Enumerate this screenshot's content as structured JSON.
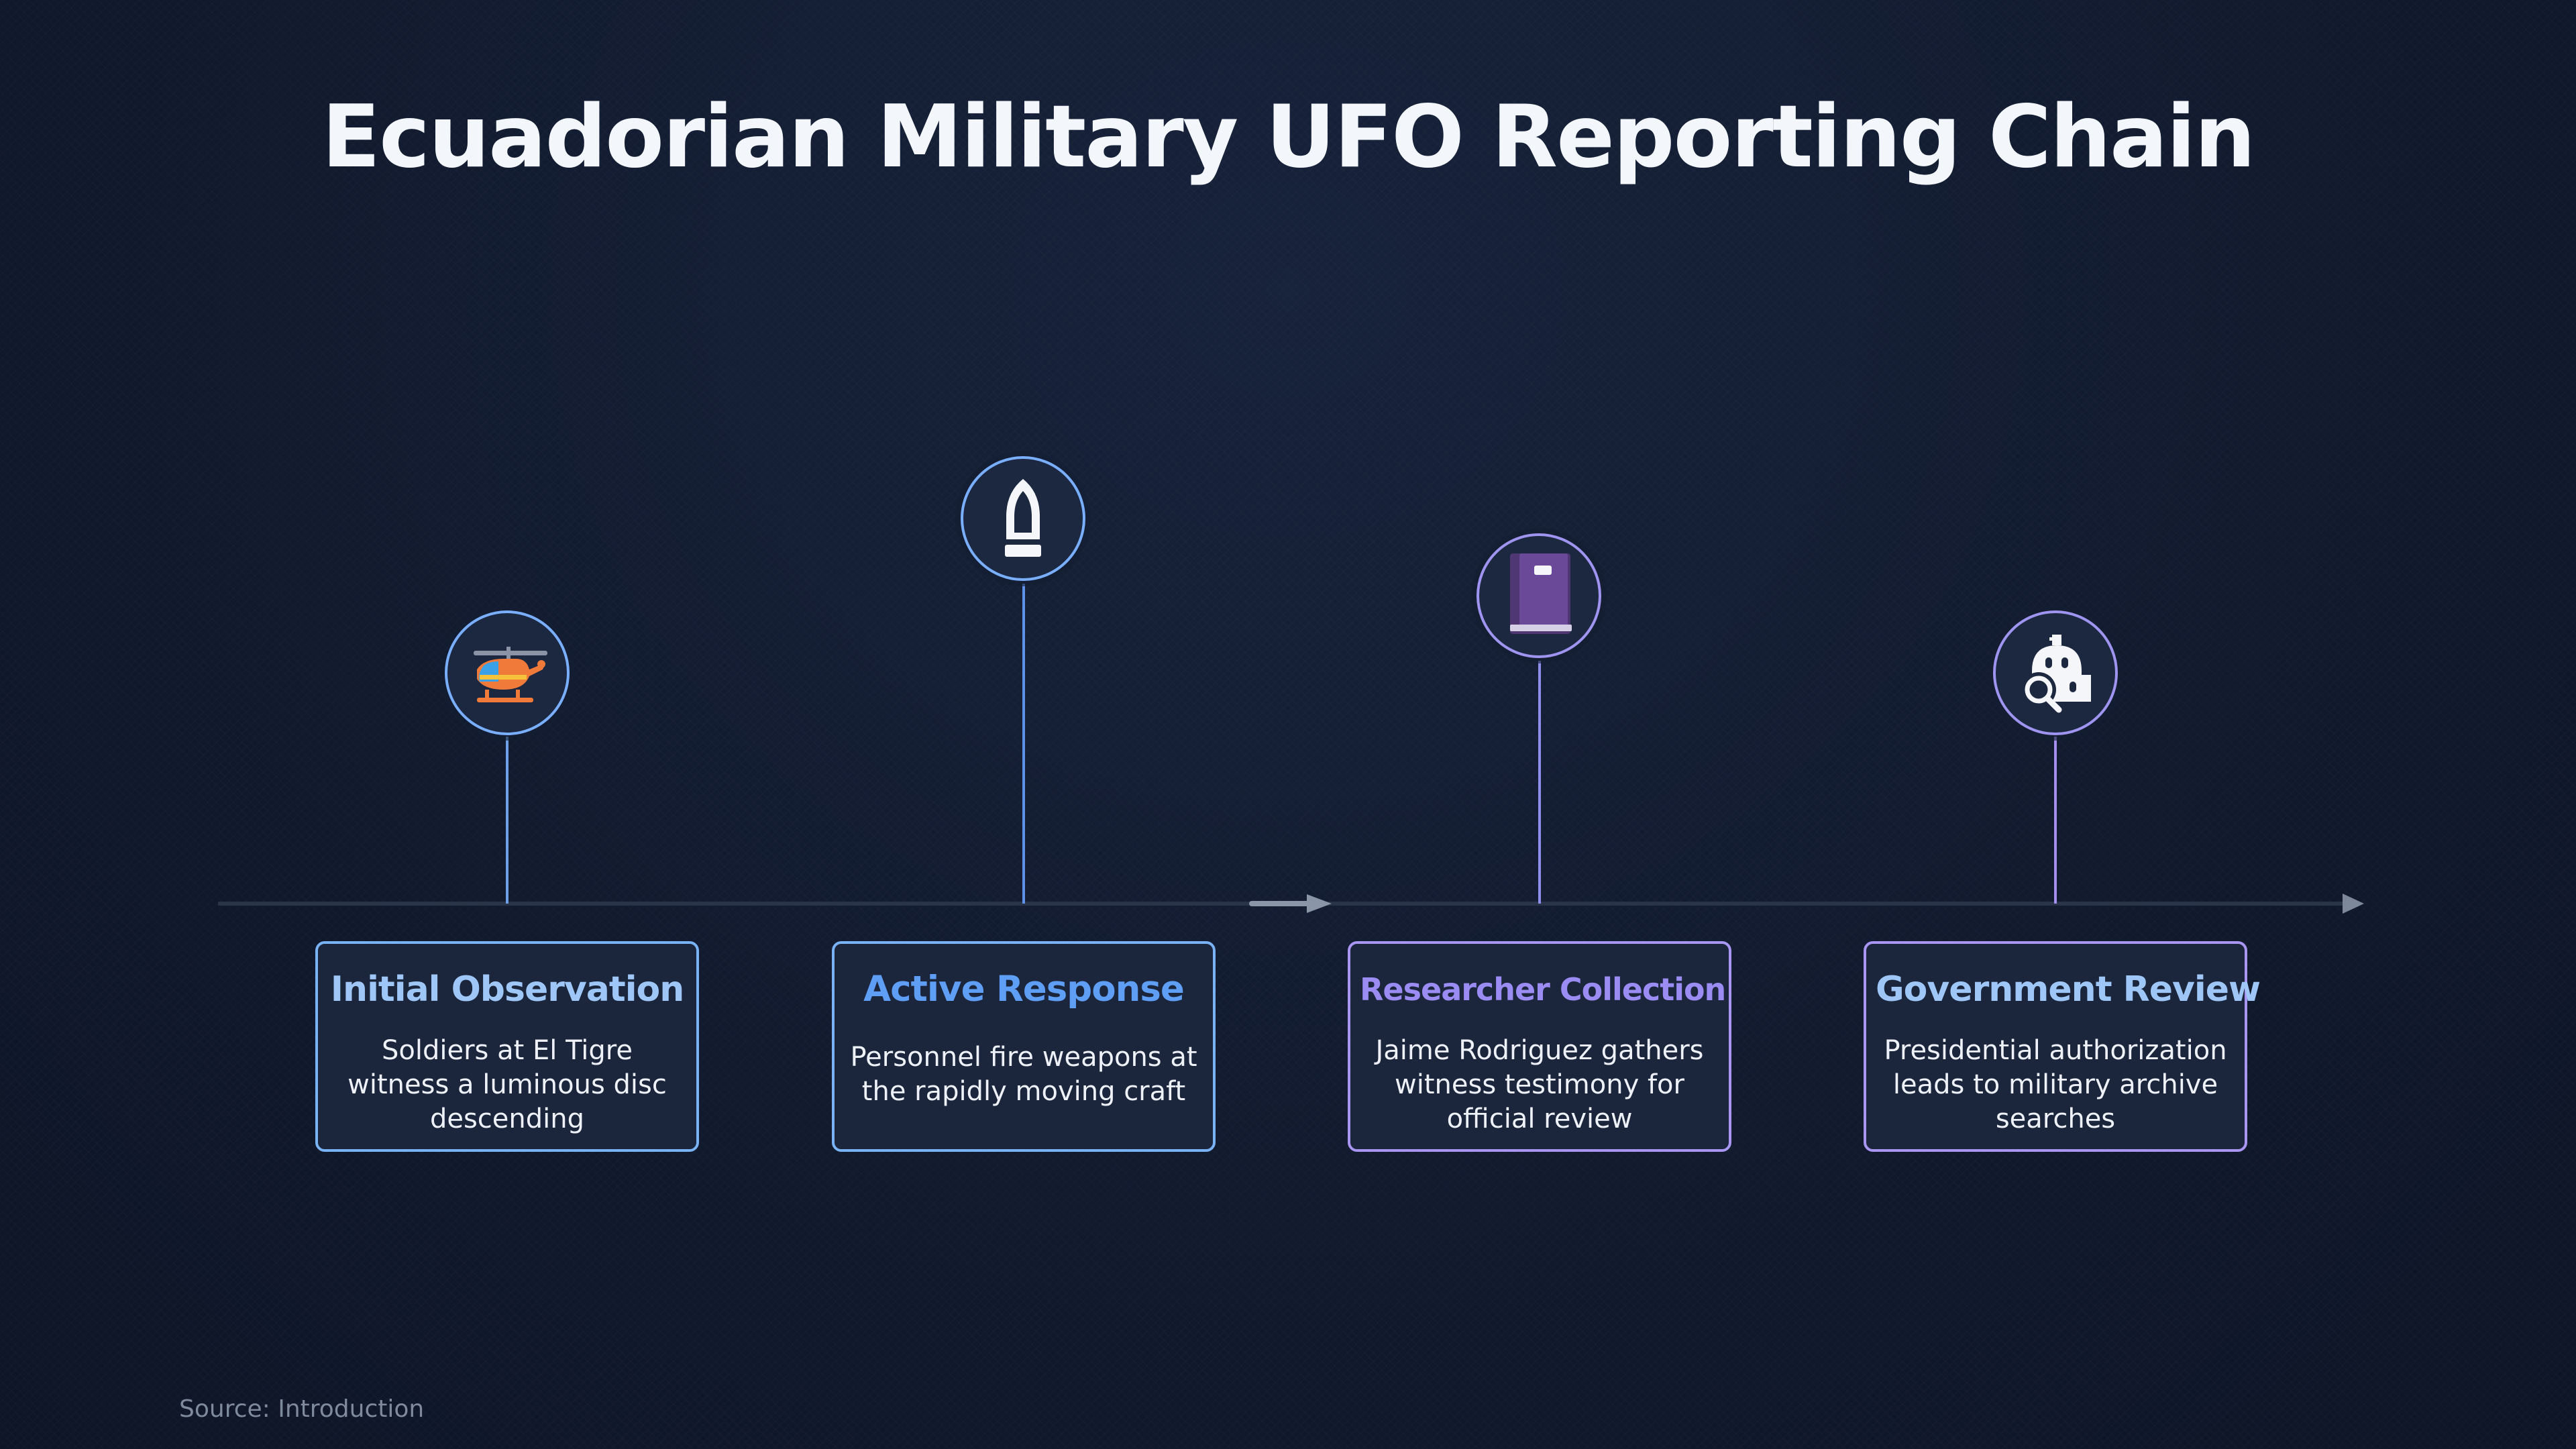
{
  "title": "Ecuadorian Military UFO Reporting Chain",
  "source": "Source: Introduction",
  "colors": {
    "background": "#111a2e",
    "card_bg": "#1b253b",
    "blue_accent": "#79b2f5",
    "purple_accent": "#a896f2",
    "timeline": "#2a3449"
  },
  "steps": [
    {
      "title": "Initial Observation",
      "description": "Soldiers at El Tigre witness a luminous disc descending",
      "icon": "helicopter-icon"
    },
    {
      "title": "Active Response",
      "description": "Personnel fire weapons at the rapidly moving craft",
      "icon": "bullet-icon"
    },
    {
      "title": "Researcher Collection",
      "description": "Jaime Rodriguez gathers witness testimony for official review",
      "icon": "book-icon"
    },
    {
      "title": "Government Review",
      "description": "Presidential authorization leads to military archive searches",
      "icon": "archive-search-icon"
    }
  ]
}
